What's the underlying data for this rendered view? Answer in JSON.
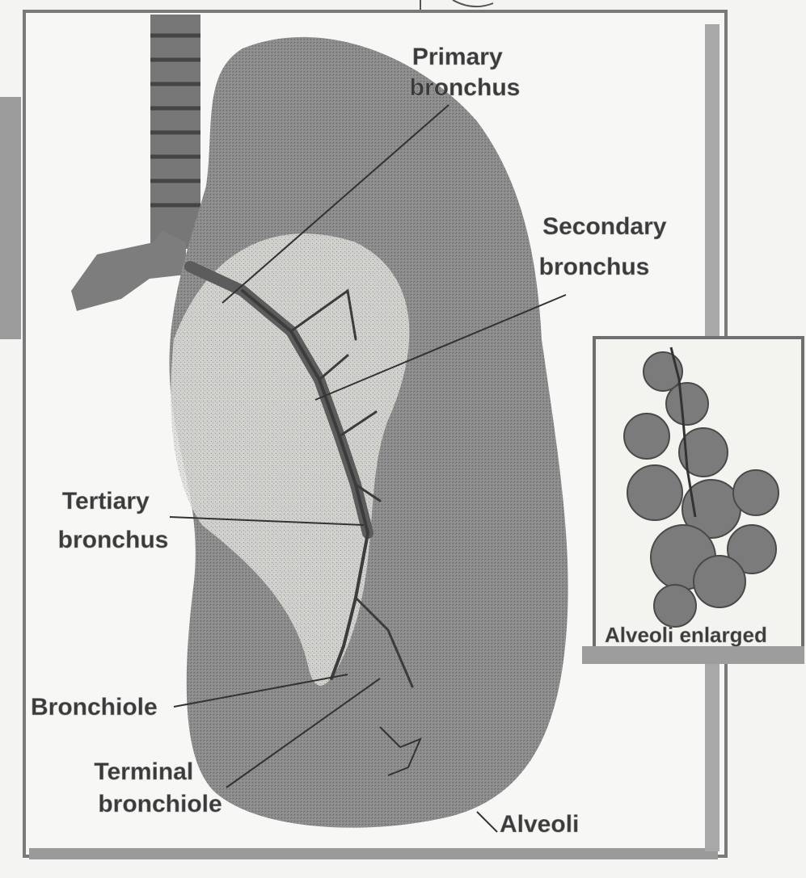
{
  "diagram": {
    "labels": {
      "primary_bronchus": [
        "Primary",
        "bronchus"
      ],
      "secondary_bronchus": [
        "Secondary",
        "bronchus"
      ],
      "tertiary_bronchus": [
        "Tertiary",
        "bronchus"
      ],
      "bronchiole": "Bronchiole",
      "terminal_bronchiole": [
        "Terminal",
        "bronchiole"
      ],
      "alveoli": "Alveoli",
      "alveolar_sac": "Alveoli enlarged"
    }
  },
  "colors": {
    "paper": "#f4f4f2",
    "lung": "#8c8c8c",
    "lung_dark": "#6f6f6f",
    "lung_light": "#d9d9d6",
    "frame": "#777777",
    "ink": "#333333"
  }
}
